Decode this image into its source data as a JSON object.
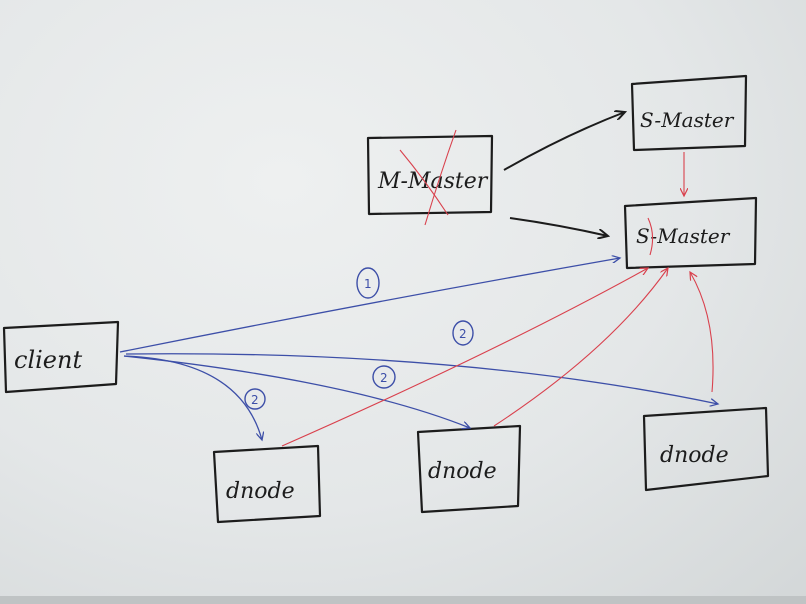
{
  "colors": {
    "ink": "#1c1c1c",
    "blue_marker": "#3d4fa8",
    "red_marker": "#d9414d",
    "board": "#e4e7e8"
  },
  "nodes": {
    "m_master": "M-Master",
    "s_master_top": "S-Master",
    "s_master_main": "S-Master",
    "client": "client",
    "dnode_1": "dnode",
    "dnode_2": "dnode",
    "dnode_3": "dnode"
  },
  "step_labels": [
    "1",
    "2",
    "2",
    "2"
  ]
}
